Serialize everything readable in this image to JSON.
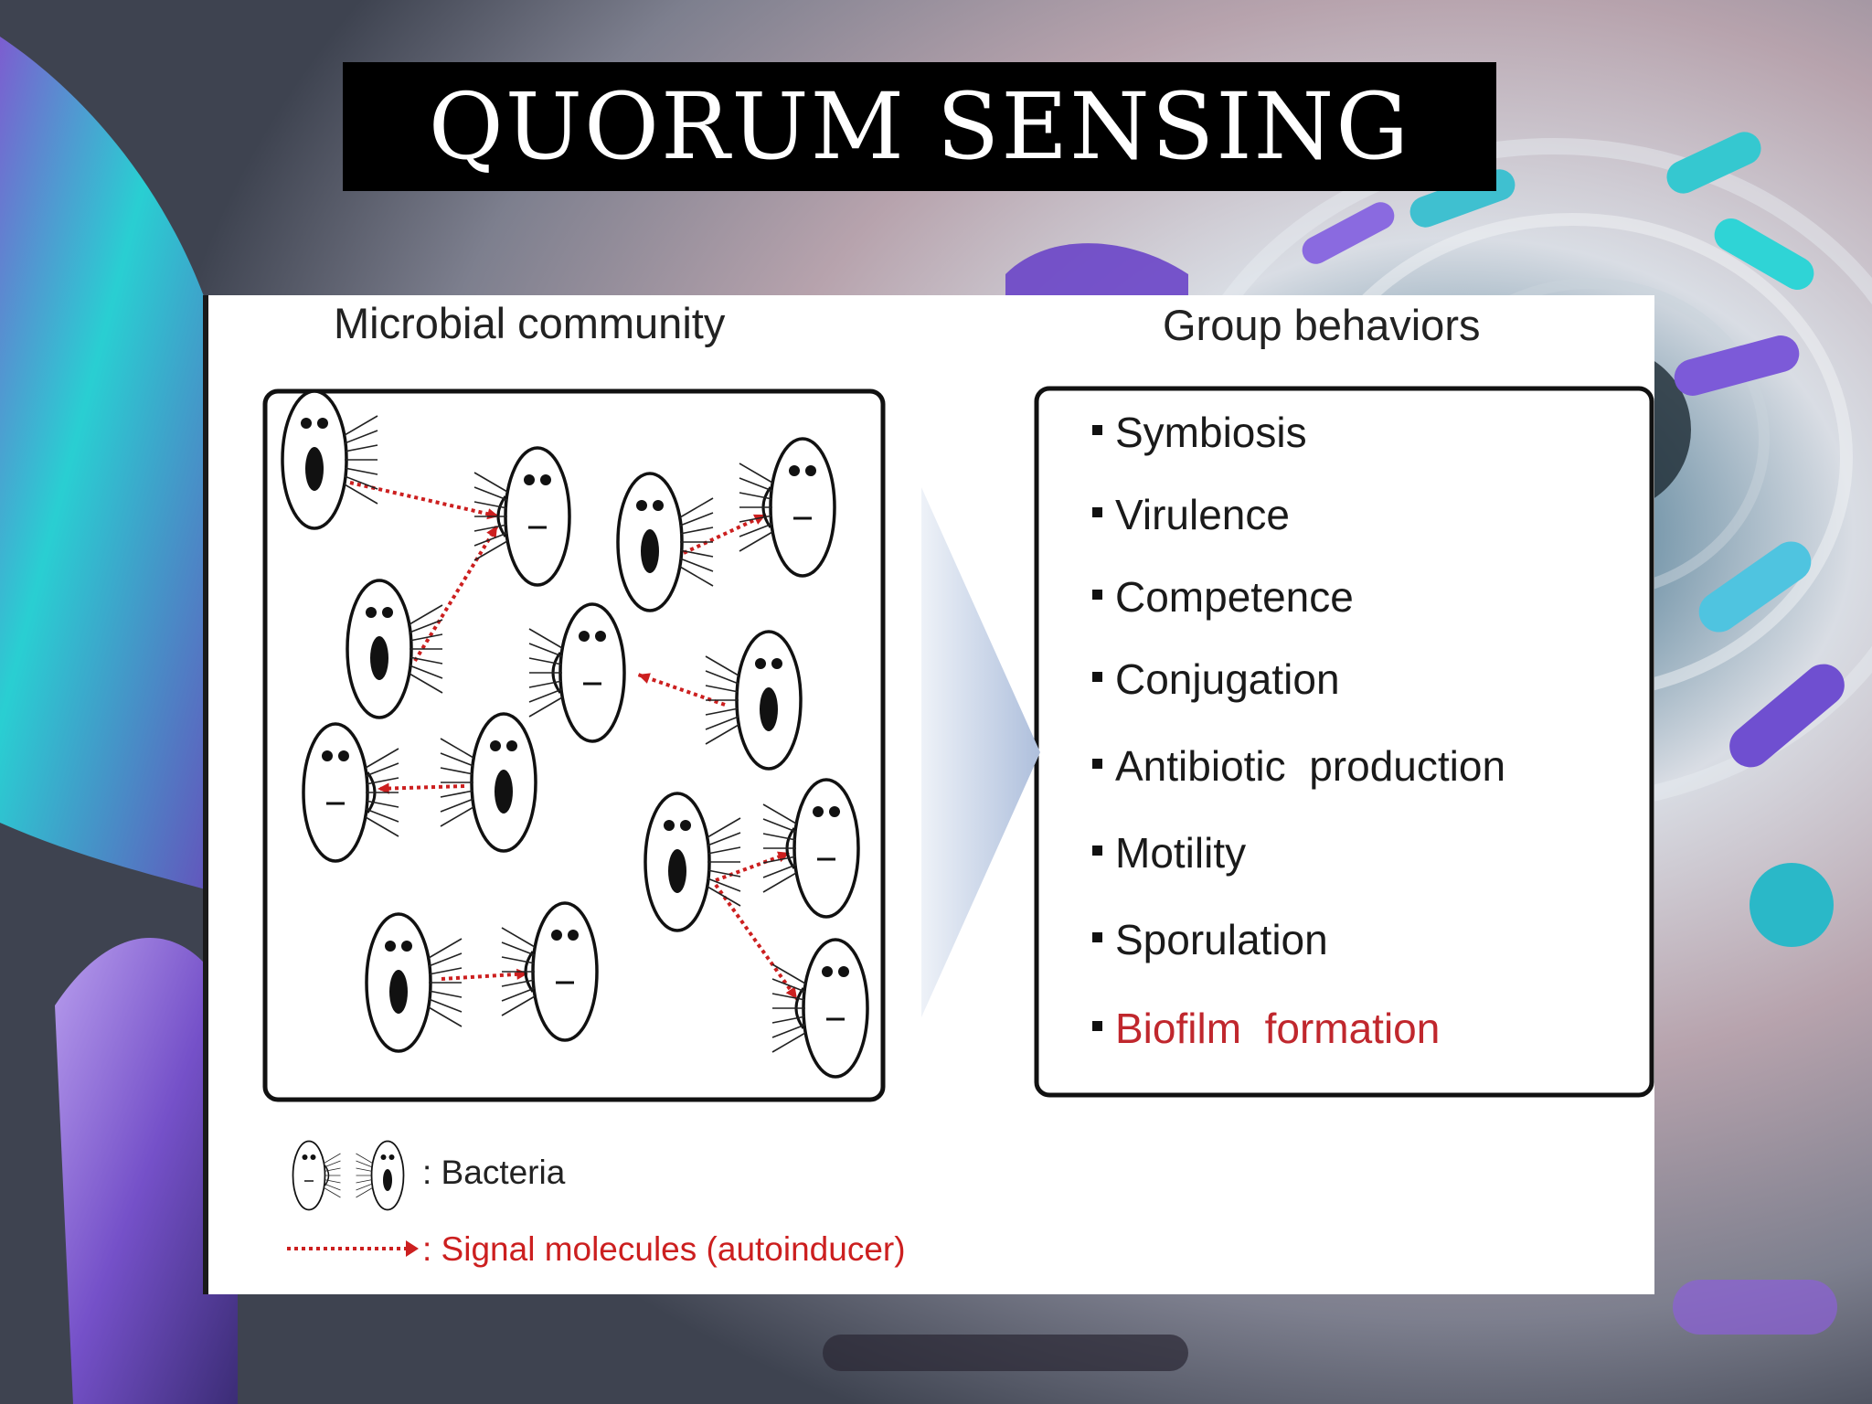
{
  "title": "QUORUM SENSING",
  "left_heading": "Microbial community",
  "right_heading": "Group behaviors",
  "behaviors": [
    {
      "label": "Symbiosis",
      "highlight": false
    },
    {
      "label": "Virulence",
      "highlight": false
    },
    {
      "label": "Competence",
      "highlight": false
    },
    {
      "label": "Conjugation",
      "highlight": false
    },
    {
      "label": "Antibiotic  production",
      "highlight": false
    },
    {
      "label": "Motility",
      "highlight": false
    },
    {
      "label": "Sporulation",
      "highlight": false
    },
    {
      "label": "Biofilm  formation",
      "highlight": true
    }
  ],
  "legend": {
    "bacteria_label": ": Bacteria",
    "signal_label": ": Signal molecules (autoinducer)"
  },
  "colors": {
    "signal": "#cc1f1f",
    "highlight": "#c0272d",
    "title_bg": "#000000",
    "title_text": "#ffffff"
  }
}
